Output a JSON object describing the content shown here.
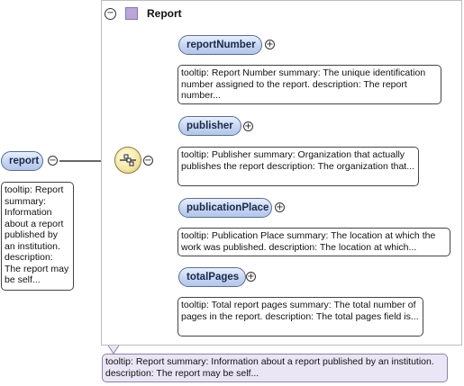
{
  "root": {
    "name": "report",
    "tooltip": "tooltip: Report summary: Information about a report published by an institution. description: The report may be self..."
  },
  "complex_type": {
    "title": "Report",
    "collapse_symbol": "⊖"
  },
  "children": [
    {
      "name": "reportNumber",
      "tooltip": "tooltip: Report Number summary: The unique identification number assigned to the report. description: The report number..."
    },
    {
      "name": "publisher",
      "tooltip": "tooltip: Publisher summary: Organization that actually publishes the report description: The organization that..."
    },
    {
      "name": "publicationPlace",
      "tooltip": "tooltip: Publication Place summary: The location at which the work was published. description: The location at which..."
    },
    {
      "name": "totalPages",
      "tooltip": "tooltip: Total report pages summary: The total number of pages in the report. description: The total pages field is..."
    }
  ],
  "type_tooltip": "tooltip: Report summary: Information about a report published by an institution. description: The report may be self...",
  "symbols": {
    "minus": "−",
    "plus": "+"
  },
  "colors": {
    "element_fill": "#c6d5f1",
    "element_border": "#5a6f8f",
    "type_icon": "#bba6db",
    "sequence_fill": "#f4e9a9",
    "bottom_tooltip_fill": "#ebe6f5"
  }
}
